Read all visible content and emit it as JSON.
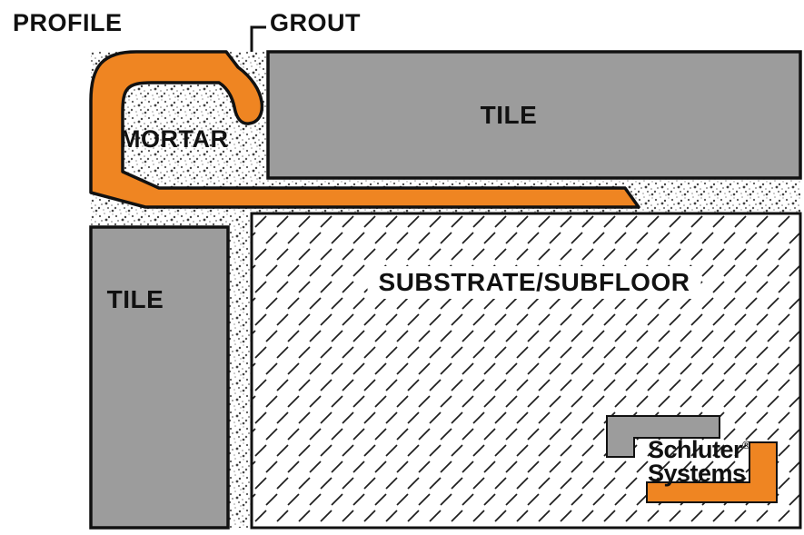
{
  "labels": {
    "profile": "PROFILE",
    "grout": "GROUT",
    "mortar": "MORTAR",
    "tile_top": "TILE",
    "tile_left": "TILE",
    "substrate": "SUBSTRATE/SUBFLOOR"
  },
  "logo": {
    "brand_line1": "Schluter",
    "registered_mark": "®",
    "brand_line2": "Systems"
  },
  "colors": {
    "profile_orange": "#EF8522",
    "tile_gray": "#9C9C9C",
    "logo_gray": "#9C9C9C",
    "logo_orange": "#EF8522",
    "outline": "#111111"
  }
}
